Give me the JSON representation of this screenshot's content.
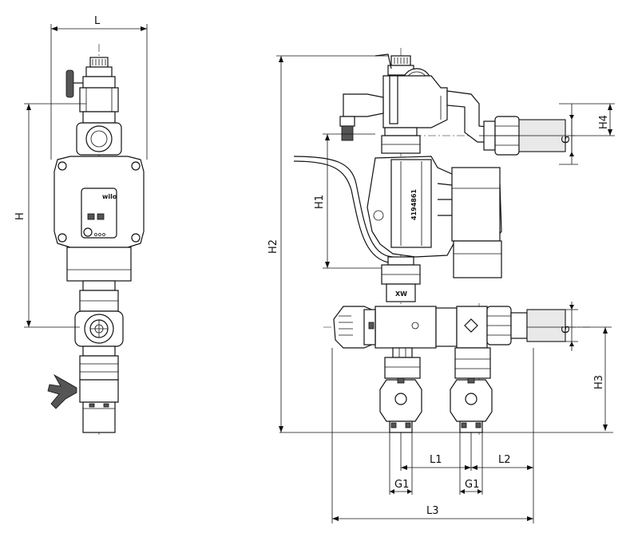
{
  "dimensions": {
    "L": "L",
    "H": "H",
    "H1": "H1",
    "H2": "H2",
    "H3": "H3",
    "H4": "H4",
    "G_upper": "G",
    "G_lower": "G",
    "L1": "L1",
    "L2": "L2",
    "L3": "L3",
    "G1_left": "G1",
    "G1_right": "G1"
  },
  "pump": {
    "brand": "wilo",
    "serial": "4194861"
  },
  "icons": [
    "pump-body-icon",
    "thermometer-gauge-icon",
    "ball-valve-icon",
    "mixing-valve-icon",
    "butterfly-handle-icon",
    "non-return-valve-icon"
  ]
}
